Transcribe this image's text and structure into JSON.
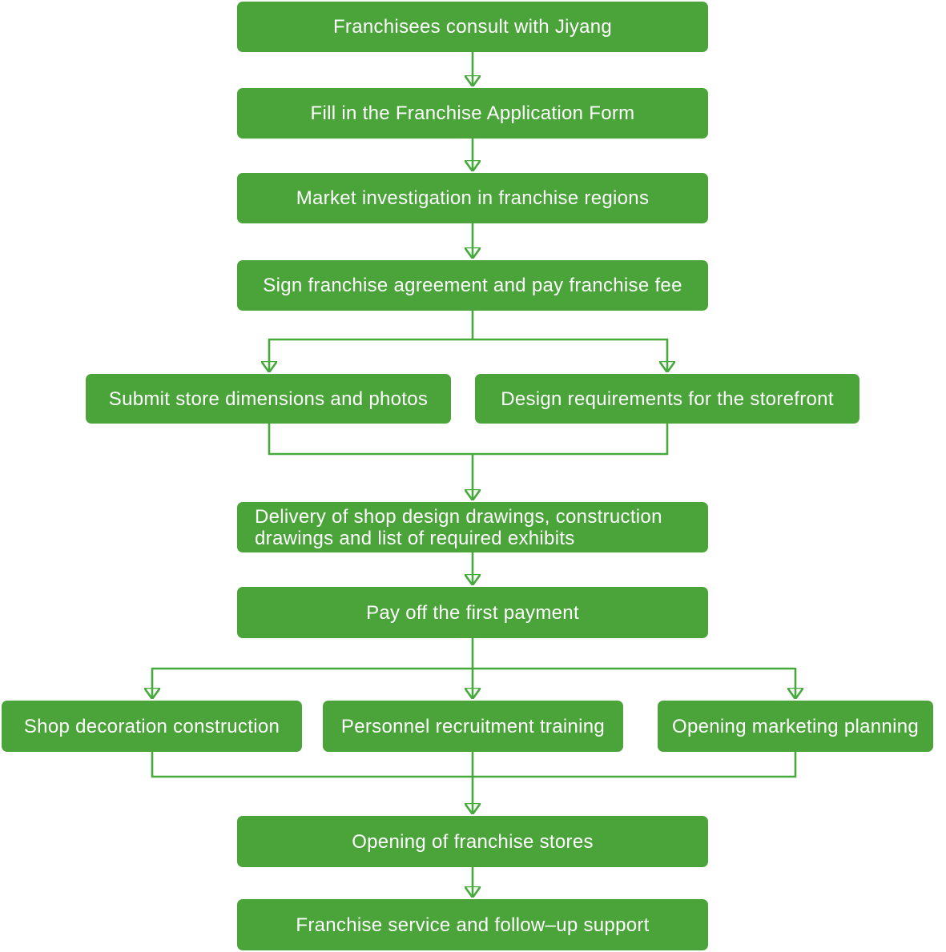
{
  "diagram": {
    "type": "flowchart",
    "direction": "top-down",
    "colors": {
      "node_fill": "#4BA43A",
      "connector": "#46A93C",
      "node_text": "#FFFFFF",
      "background": "#FFFFFF"
    },
    "nodes": [
      {
        "id": "consult",
        "label": "Franchisees consult with Jiyang"
      },
      {
        "id": "application-form",
        "label": "Fill in the Franchise Application Form"
      },
      {
        "id": "market-investigation",
        "label": "Market investigation in franchise regions"
      },
      {
        "id": "sign-agreement",
        "label": "Sign franchise agreement and pay franchise fee"
      },
      {
        "id": "submit-dimensions",
        "label": "Submit store dimensions and photos"
      },
      {
        "id": "design-requirements",
        "label": "Design requirements for the storefront"
      },
      {
        "id": "delivery-drawings",
        "label": "Delivery of shop design drawings, construction drawings and list of required exhibits"
      },
      {
        "id": "first-payment",
        "label": "Pay off the first payment"
      },
      {
        "id": "shop-decoration",
        "label": "Shop decoration construction"
      },
      {
        "id": "personnel-recruitment",
        "label": "Personnel recruitment training"
      },
      {
        "id": "opening-marketing",
        "label": "Opening marketing planning"
      },
      {
        "id": "store-opening",
        "label": "Opening of franchise stores"
      },
      {
        "id": "follow-up-support",
        "label": "Franchise service and follow–up support"
      }
    ],
    "edges": [
      {
        "from": "consult",
        "to": "application-form"
      },
      {
        "from": "application-form",
        "to": "market-investigation"
      },
      {
        "from": "market-investigation",
        "to": "sign-agreement"
      },
      {
        "from": "sign-agreement",
        "to": "submit-dimensions"
      },
      {
        "from": "sign-agreement",
        "to": "design-requirements"
      },
      {
        "from": "submit-dimensions",
        "to": "delivery-drawings"
      },
      {
        "from": "design-requirements",
        "to": "delivery-drawings"
      },
      {
        "from": "delivery-drawings",
        "to": "first-payment"
      },
      {
        "from": "first-payment",
        "to": "shop-decoration"
      },
      {
        "from": "first-payment",
        "to": "personnel-recruitment"
      },
      {
        "from": "first-payment",
        "to": "opening-marketing"
      },
      {
        "from": "shop-decoration",
        "to": "store-opening"
      },
      {
        "from": "personnel-recruitment",
        "to": "store-opening"
      },
      {
        "from": "opening-marketing",
        "to": "store-opening"
      },
      {
        "from": "store-opening",
        "to": "follow-up-support"
      }
    ]
  }
}
